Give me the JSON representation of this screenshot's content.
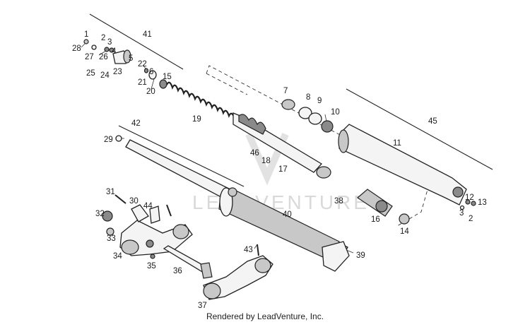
{
  "diagram": {
    "watermark": "LEADVENTURE",
    "footer_text": "Rendered by LeadVenture, Inc.",
    "callouts": [
      {
        "id": "c1",
        "text": "1"
      },
      {
        "id": "c2a",
        "text": "2"
      },
      {
        "id": "c3a",
        "text": "3"
      },
      {
        "id": "c4",
        "text": "4"
      },
      {
        "id": "c5",
        "text": "5"
      },
      {
        "id": "c6",
        "text": "6"
      },
      {
        "id": "c7",
        "text": "7"
      },
      {
        "id": "c8",
        "text": "8"
      },
      {
        "id": "c9",
        "text": "9"
      },
      {
        "id": "c10",
        "text": "10"
      },
      {
        "id": "c11",
        "text": "11"
      },
      {
        "id": "c12",
        "text": "12"
      },
      {
        "id": "c13",
        "text": "13"
      },
      {
        "id": "c14",
        "text": "14"
      },
      {
        "id": "c15",
        "text": "15"
      },
      {
        "id": "c16",
        "text": "16"
      },
      {
        "id": "c17",
        "text": "17"
      },
      {
        "id": "c18",
        "text": "18"
      },
      {
        "id": "c19",
        "text": "19"
      },
      {
        "id": "c20",
        "text": "20"
      },
      {
        "id": "c21",
        "text": "21"
      },
      {
        "id": "c22",
        "text": "22"
      },
      {
        "id": "c23",
        "text": "23"
      },
      {
        "id": "c24",
        "text": "24"
      },
      {
        "id": "c25",
        "text": "25"
      },
      {
        "id": "c26",
        "text": "26"
      },
      {
        "id": "c27",
        "text": "27"
      },
      {
        "id": "c28",
        "text": "28"
      },
      {
        "id": "c29",
        "text": "29"
      },
      {
        "id": "c30",
        "text": "30"
      },
      {
        "id": "c31",
        "text": "31"
      },
      {
        "id": "c32",
        "text": "32"
      },
      {
        "id": "c33",
        "text": "33"
      },
      {
        "id": "c34",
        "text": "34"
      },
      {
        "id": "c35",
        "text": "35"
      },
      {
        "id": "c36",
        "text": "36"
      },
      {
        "id": "c37",
        "text": "37"
      },
      {
        "id": "c38",
        "text": "38"
      },
      {
        "id": "c39",
        "text": "39"
      },
      {
        "id": "c40",
        "text": "40"
      },
      {
        "id": "c41",
        "text": "41"
      },
      {
        "id": "c42",
        "text": "42"
      },
      {
        "id": "c43",
        "text": "43"
      },
      {
        "id": "c44",
        "text": "44"
      },
      {
        "id": "c45",
        "text": "45"
      },
      {
        "id": "c46",
        "text": "46"
      },
      {
        "id": "c2b",
        "text": "2"
      },
      {
        "id": "c3b",
        "text": "3"
      }
    ]
  }
}
